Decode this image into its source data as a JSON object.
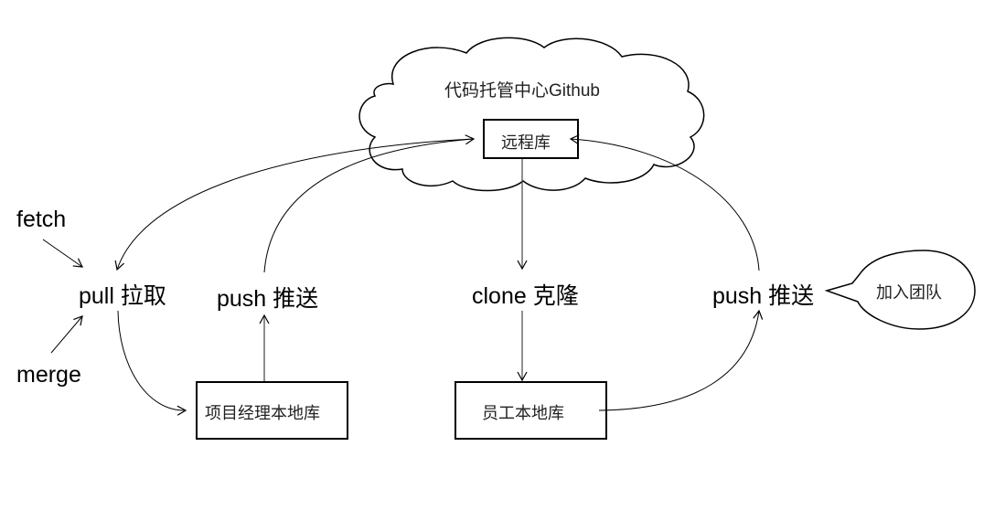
{
  "cloud": {
    "title": "代码托管中心Github"
  },
  "boxes": {
    "remote": "远程库",
    "manager_local": "项目经理本地库",
    "employee_local": "员工本地库"
  },
  "actions": {
    "fetch": "fetch",
    "merge": "merge",
    "pull": {
      "en": "pull",
      "cn": "拉取"
    },
    "push_manager": {
      "en": "push",
      "cn": "推送"
    },
    "clone": {
      "en": "clone",
      "cn": "克隆"
    },
    "push_employee": {
      "en": "push",
      "cn": "推送"
    }
  },
  "callout": {
    "text": "加入团队"
  },
  "colors": {
    "stroke": "#000000",
    "text": "#000000",
    "background": "#ffffff"
  }
}
